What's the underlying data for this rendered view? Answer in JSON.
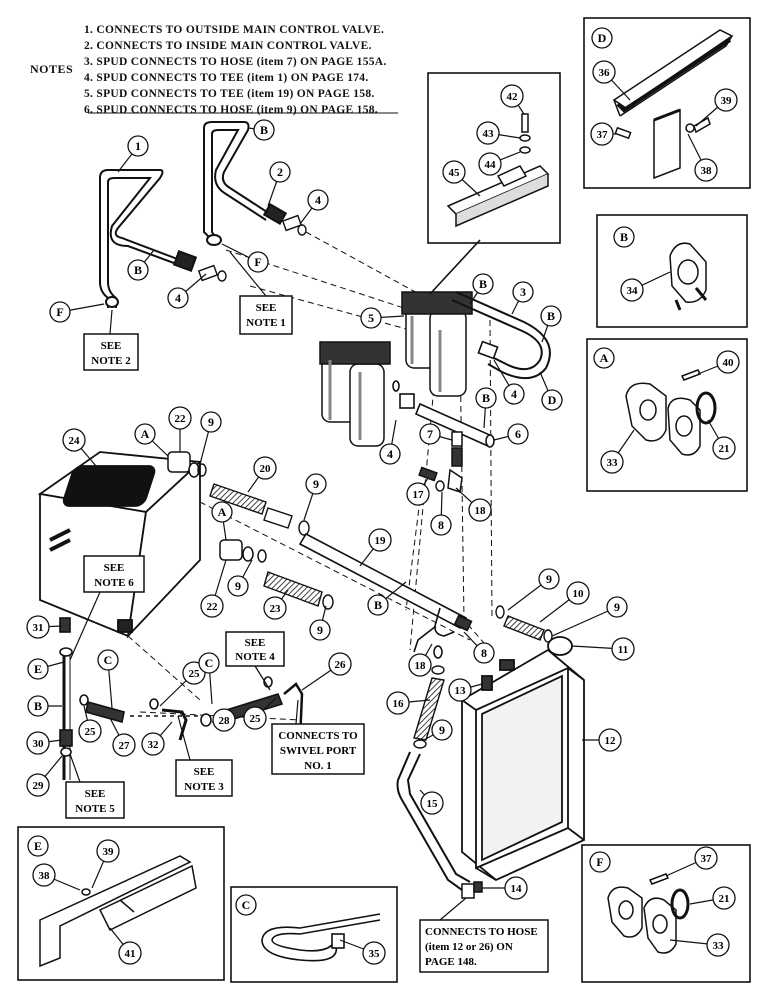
{
  "notes": {
    "title": "NOTES",
    "items": [
      "1. CONNECTS TO OUTSIDE MAIN CONTROL VALVE.",
      "2. CONNECTS TO INSIDE MAIN CONTROL VALVE.",
      "3. SPUD CONNECTS TO HOSE (item 7) ON PAGE 155A.",
      "4. SPUD CONNECTS TO TEE (item 1) ON PAGE 174.",
      "5. SPUD CONNECTS TO TEE (item 19) ON PAGE 158.",
      "6. SPUD CONNECTS TO HOSE (item 9) ON PAGE 158."
    ]
  },
  "boxes": {
    "see_note_1": [
      "SEE",
      "NOTE 1"
    ],
    "see_note_2": [
      "SEE",
      "NOTE 2"
    ],
    "see_note_3": [
      "SEE",
      "NOTE 3"
    ],
    "see_note_4": [
      "SEE",
      "NOTE 4"
    ],
    "see_note_5": [
      "SEE",
      "NOTE 5"
    ],
    "see_note_6": [
      "SEE",
      "NOTE 6"
    ],
    "swivel": [
      "CONNECTS TO",
      "SWIVEL PORT",
      "NO. 1"
    ],
    "hose": [
      "CONNECTS TO HOSE",
      "(item 12 or 26) ON",
      "PAGE 148."
    ]
  },
  "detail_letters": {
    "D": "D",
    "B": "B",
    "A": "A",
    "E": "E",
    "C": "C",
    "F": "F"
  },
  "callouts": {
    "n1": "1",
    "n2": "2",
    "n3": "3",
    "n4a": "4",
    "n4b": "4",
    "n4c": "4",
    "n4d": "4",
    "n5": "5",
    "n6": "6",
    "n7": "7",
    "n8a": "8",
    "n8b": "8",
    "n9a": "9",
    "n9b": "9",
    "n9c": "9",
    "n9d": "9",
    "n9e": "9",
    "n9f": "9",
    "n9g": "9",
    "n10": "10",
    "n11": "11",
    "n12": "12",
    "n13": "13",
    "n14": "14",
    "n15": "15",
    "n16": "16",
    "n17": "17",
    "n18a": "18",
    "n18b": "18",
    "n19": "19",
    "n20": "20",
    "n21a": "21",
    "n21b": "21",
    "n22a": "22",
    "n22b": "22",
    "n23": "23",
    "n24": "24",
    "n25a": "25",
    "n25b": "25",
    "n25c": "25",
    "n26": "26",
    "n27": "27",
    "n28": "28",
    "n29": "29",
    "n30": "30",
    "n31": "31",
    "n32": "32",
    "n33a": "33",
    "n33b": "33",
    "n34": "34",
    "n35": "35",
    "n36": "36",
    "n37a": "37",
    "n37b": "37",
    "n38a": "38",
    "n38b": "38",
    "n39a": "39",
    "n39b": "39",
    "n40": "40",
    "n41": "41",
    "n42": "42",
    "n43": "43",
    "n44": "44",
    "n45": "45",
    "lB1": "B",
    "lB2": "B",
    "lB3": "B",
    "lB4": "B",
    "lB5": "B",
    "lB6": "B",
    "lB7": "B",
    "lF1": "F",
    "lF2": "F",
    "lA1": "A",
    "lA2": "A",
    "lC1": "C",
    "lC2": "C",
    "lD1": "D",
    "lE1": "E"
  }
}
